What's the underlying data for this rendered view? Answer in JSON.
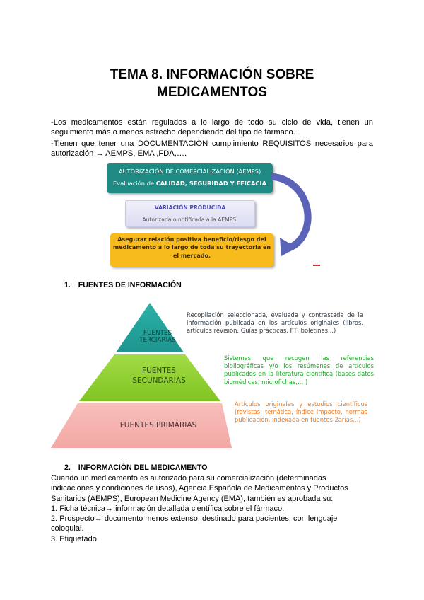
{
  "title": {
    "line1": "TEMA 8. INFORMACIÓN SOBRE",
    "line2": "MEDICAMENTOS"
  },
  "intro": {
    "p1": "-Los medicamentos están regulados a lo largo de todo su ciclo de vida, tienen un seguimiento más o menos estrecho dependiendo del tipo de fármaco.",
    "p2": "-Tienen que tener una DOCUMENTACIÓN cumplimiento REQUISITOS necesarios para autorización → AEMPS, EMA ,FDA,…."
  },
  "flow": {
    "box1_title": "AUTORIZACIÓN DE COMERCIALIZACIÓN (AEMPS)",
    "box1_sub_prefix": "Evaluación de ",
    "box1_sub_bold": "CALIDAD, SEGURIDAD Y EFICACIA",
    "box2_title": "VARIACIÓN PRODUCIDA",
    "box2_sub": "Autorizada o notificada a la AEMPS.",
    "box3_line1": "Asegurar relación positiva beneficio/riesgo del",
    "box3_line2": "medicamento a lo largo de toda su trayectoria en",
    "box3_line3": "el mercado.",
    "colors": {
      "teal": "#1e8a83",
      "lavender": "#e4e4f6",
      "amber": "#f8bb1e",
      "arrow": "#5a63b8"
    }
  },
  "section1": {
    "number": "1.",
    "heading": "FUENTES DE INFORMACIÓN"
  },
  "pyramid": {
    "tier_top_line1": "FUENTES",
    "tier_top_line2": "TERCIARIAS",
    "tier_mid_line1": "FUENTES",
    "tier_mid_line2": "SECUNDARIAS",
    "tier_bottom": "FUENTES PRIMARIAS",
    "desc_terciarias": "Recopilación seleccionada, evaluada y contrastada de la información publicada en los artículos originales (libros, artículos revisión, Guías prácticas, FT, boletines,..)",
    "desc_secundarias": "Sistemas que recogen las referencias bibliográficas y/o los resúmenes de artículos publicados en la literatura científica (bases datos biomédicas, microfichas,… )",
    "desc_primarias": "Artículos originales y estudios científicos (revistas: temática, índice impacto, normas publicación, indexada en fuentes 2arias,..)",
    "colors": {
      "terciarias": "#23a29a",
      "secundarias": "#8fd02e",
      "primarias": "#f6b1ae",
      "text_terciarias": "#2f3a45",
      "text_secundarias": "#22a62c",
      "text_primarias": "#f07a1e"
    }
  },
  "section2": {
    "number": "2.",
    "heading": "INFORMACIÓN DEL MEDICAMENTO",
    "lines": [
      "Cuando un medicamento es autorizado para su comercialización (determinadas",
      "indicaciones y condiciones de usos), Agencia Española de Medicamentos y Productos",
      "Sanitarios (AEMPS), European Medicine Agency (EMA), también es aprobada su:",
      "1. Ficha técnica→ información detallada científica sobre el fármaco.",
      "2. Prospecto→ documento menos extenso, destinado para pacientes, con lenguaje",
      "coloquial.",
      "3. Etiquetado"
    ]
  }
}
